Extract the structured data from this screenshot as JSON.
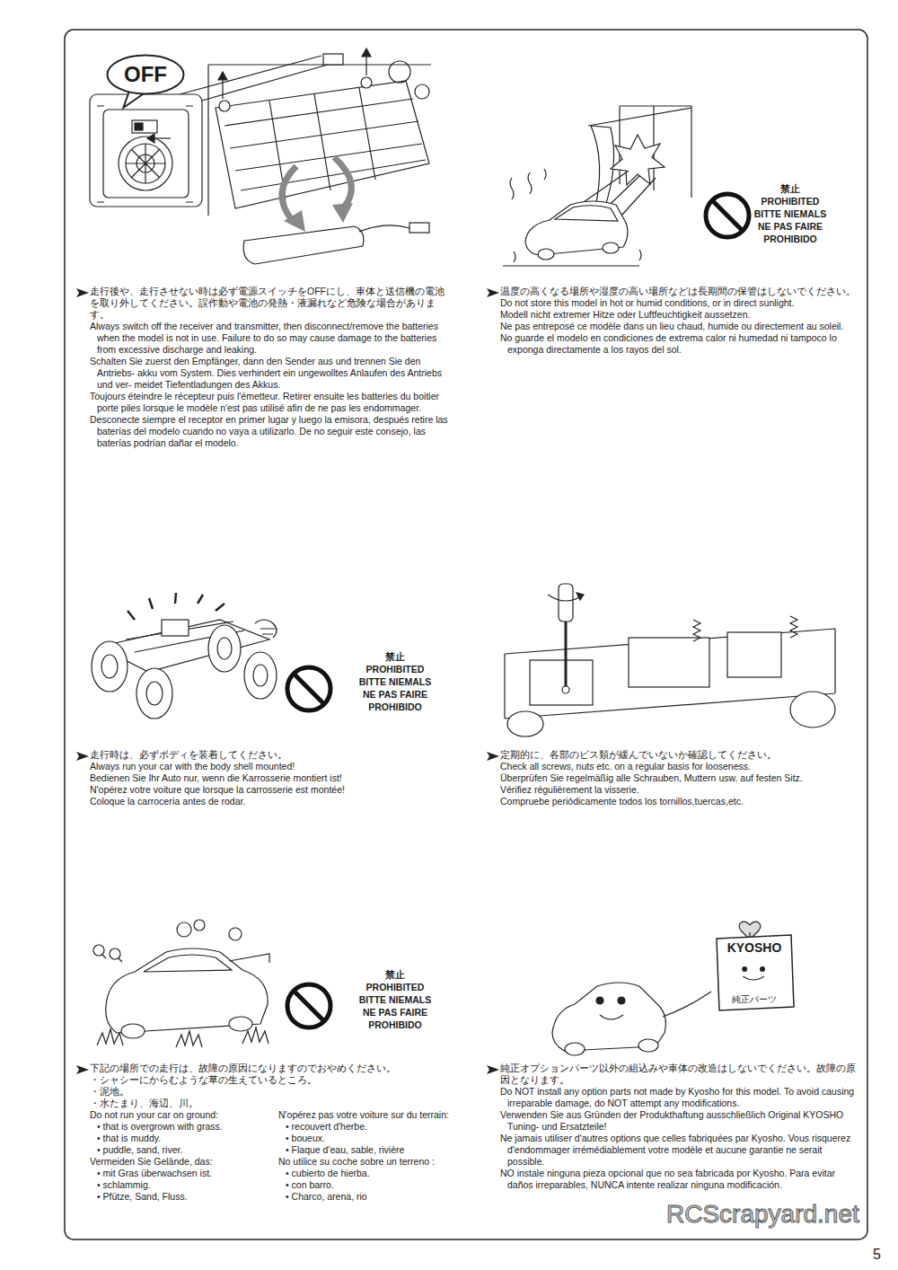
{
  "diagram": {
    "nodes": [
      {
        "text": [
          "OFF"
        ]
      },
      {
        "text": [
          "KYOSHO",
          "純正パーツ"
        ]
      }
    ],
    "labels": [
      "走行後や、走行させない時は必ず電源スイッチをOFFにし、車体と送信機の電池を取り外してください。誤作動や電池の発熱・液漏れなど危険な場合があります。",
      "Always switch off the receiver and transmitter, then disconnect/remove the batteries when the model is not in use. Failure to do so may cause damage to the batteries from excessive discharge and leaking.",
      "Schalten Sie zuerst den Empfänger, dann den Sender aus und trennen Sie den Antriebs- akku vom System. Dies verhindert ein ungewolltes Anlaufen des Antriebs und ver- meidet Tiefentladungen des Akkus.",
      "Toujours éteindre le récepteur puis l'émetteur. Retirer ensuite les batteries du boitier porte piles lorsque le modèle n'est pas utilisé afin de ne pas les endommager.",
      "Desconecte siempre el receptor en primer lugar y luego la emisora, después retire las baterías del modelo cuando no vaya a utilizarlo. De no seguir este consejo, las baterías podrían dañar el modelo.",
      "禁止",
      "PROHIBITED",
      "BITTE NIEMALS",
      "NE PAS FAIRE",
      "PROHIBIDO",
      "温度の高くなる場所や湿度の高い場所などは長期間の保管はしないでください。",
      "Do not store this model in hot or humid conditions, or in direct sunlight.",
      "Modell nicht extremer Hitze oder Luftfeuchtigkeit aussetzen.",
      "Ne pas entreposé ce modèle dans un lieu chaud, humide ou directement au soleil.",
      "No guarde el modelo en condiciones de extrema calor ni humedad ni tampoco lo exponga directamente a los rayos del sol.",
      "禁止",
      "PROHIBITED",
      "BITTE NIEMALS",
      "NE PAS FAIRE",
      "PROHIBIDO",
      "走行時は、必ずボディを装着してください。",
      "Always run your car with the body shell mounted!",
      "Bedienen Sie Ihr Auto nur, wenn die Karrosserie montiert ist!",
      "N'opérez votre voiture que lorsque la carrosserie est montée!",
      "Coloque la carrocería antes de rodar.",
      "定期的に、各部のビス類が緩んでいないか確認してください。",
      "Check all screws, nuts etc. on a regular basis for looseness.",
      "Überprüfen Sie regelmäßig alle Schrauben, Muttern usw. auf festen Sitz.",
      "Vérifiez régulièrement la visserie.",
      "Compruebe periódicamente todos los tornillos,tuercas,etc.",
      "禁止",
      "PROHIBITED",
      "BITTE NIEMALS",
      "NE PAS FAIRE",
      "PROHIBIDO",
      "下記の場所での走行は、故障の原因になりますのでおやめください。",
      "・シャシーにからむような草の生えているところ。",
      "・泥地。",
      "・水たまり、海辺、川。",
      "Do not run your car on ground:",
      "• that is overgrown with grass.",
      "• that is muddy.",
      "• puddle, sand, river.",
      "Vermeiden Sie Gelände, das:",
      "• mit Gras überwachsen ist.",
      "• schlammig.",
      "• Pfütze, Sand, Fluss.",
      "N'opérez pas votre voiture sur du terrain:",
      "• recouvert d'herbe.",
      "• boueux.",
      "• Flaque d'eau, sable, rivière",
      "No utilice su coche sobre un terreno :",
      "• cubierto de hierba.",
      "• con barro.",
      "• Charco, arena, rio",
      "純正オプションパーツ以外の組込みや車体の改造はしないでください。故障の原因となります。",
      "Do NOT install any option parts not made by Kyosho for this model. To avoid causing irreparable damage, do NOT attempt any modifications.",
      "Verwenden Sie aus Gründen der Produkthaftung ausschließlich Original KYOSHO Tuning- und Ersatzteile!",
      "Ne jamais utiliser d'autres options que celles fabriquées par Kyosho. Vous risquerez d'endommager irrémédiablement votre modèle et aucune garantie ne serait possible.",
      "NO instale ninguna pieza opcional que no sea fabricada por Kyosho. Para evitar daños irreparables, NUNCA intente realizar ninguna modificación.",
      "RCScrapyard.net",
      "5"
    ]
  }
}
